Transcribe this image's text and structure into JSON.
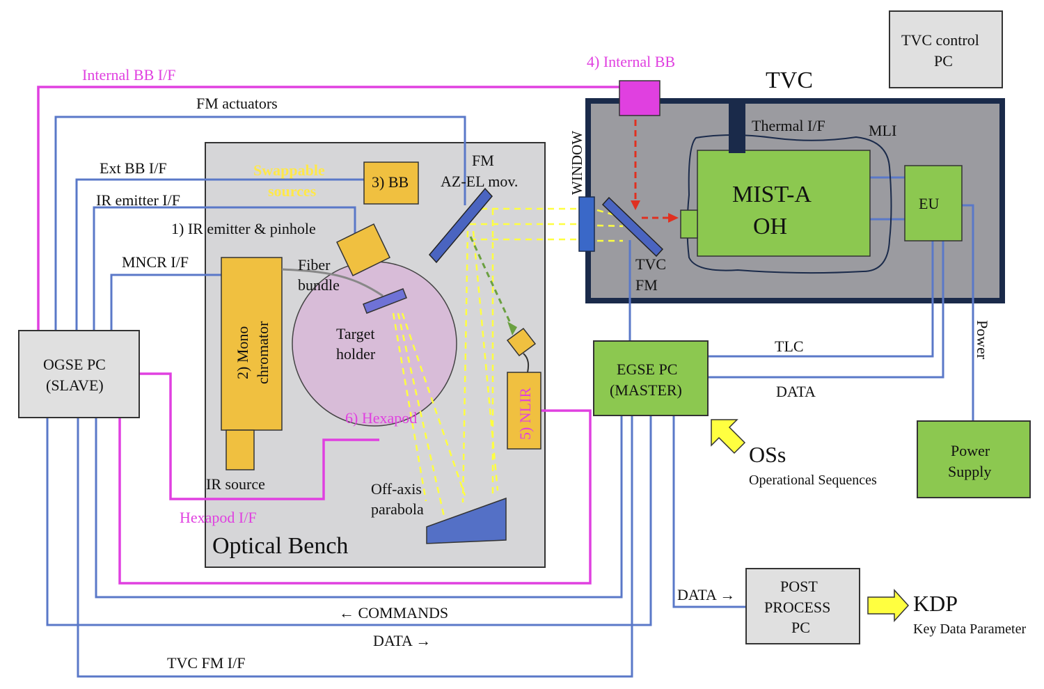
{
  "labels": {
    "internal_bb_if": "Internal BB I/F",
    "fm_actuators": "FM actuators",
    "ext_bb_if": "Ext BB I/F",
    "ir_emitter_if": "IR emitter I/F",
    "mncr_if": "MNCR I/F",
    "swappable_1": "Swappable",
    "swappable_2": "sources",
    "bb3": "3) BB",
    "ir_emitter_pinhole": "1) IR emitter  & pinhole",
    "fiber_1": "Fiber",
    "fiber_2": "bundle",
    "mono_1": "2) Mono",
    "mono_2": "chromator",
    "target_1": "Target",
    "target_2": "holder",
    "hexapod": "6) Hexapod",
    "ir_source": "IR source",
    "hexapod_if": "Hexapod I/F",
    "optical_bench": "Optical Bench",
    "offaxis_1": "Off-axis",
    "offaxis_2": "parabola",
    "nlir": "5) NLIR",
    "fm_1": "FM",
    "fm_2": "AZ-EL mov.",
    "internal_bb": "4) Internal BB",
    "tvc": "TVC",
    "window": "WINDOW",
    "thermal_if": "Thermal I/F",
    "mli": "MLI",
    "mist_1": "MIST-A",
    "mist_2": "OH",
    "eu": "EU",
    "tvc_fm_1": "TVC",
    "tvc_fm_2": "FM",
    "tvc_control_1": "TVC control",
    "tvc_control_2": "PC",
    "ogse_1": "OGSE PC",
    "ogse_2": "(SLAVE)",
    "egse_1": "EGSE PC",
    "egse_2": "(MASTER)",
    "tlc": "TLC",
    "data_egse": "DATA",
    "power": "Power",
    "power_supply_1": "Power",
    "power_supply_2": "Supply",
    "oss": "OSs",
    "oss_sub": "Operational Sequences",
    "post_1": "POST",
    "post_2": "PROCESS",
    "post_3": "PC",
    "data_post": "DATA →",
    "kdp": "KDP",
    "kdp_sub": "Key Data Parameter",
    "commands": "← COMMANDS",
    "data_bottom": "DATA →",
    "tvc_fm_if": "TVC FM I/F"
  }
}
